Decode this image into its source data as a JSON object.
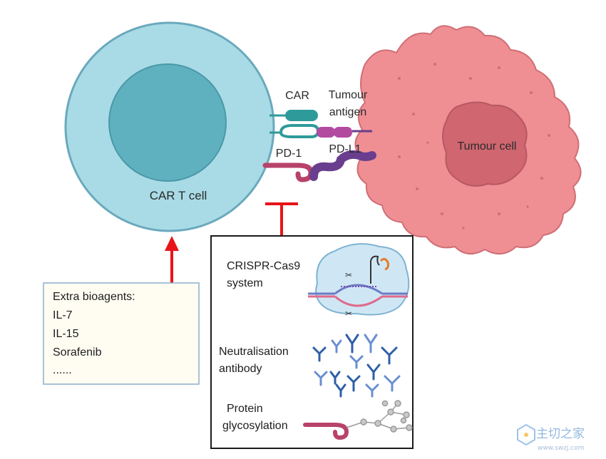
{
  "labels": {
    "car": "CAR",
    "tumour_antigen_line1": "Tumour",
    "tumour_antigen_line2": "antigen",
    "pd1": "PD-1",
    "pdl1": "PD-L1",
    "car_t_cell": "CAR T cell",
    "tumour_cell": "Tumour cell"
  },
  "bioagents": {
    "title": "Extra bioagents:",
    "items": [
      "IL-7",
      "IL-15",
      "Sorafenib",
      "......"
    ]
  },
  "methods": {
    "crispr_line1": "CRISPR-Cas9",
    "crispr_line2": "system",
    "antibody_line1": "Neutralisation",
    "antibody_line2": "antibody",
    "glyco_line1": "Protein",
    "glyco_line2": "glycosylation"
  },
  "watermark": {
    "name": "主切之家",
    "url": "www.swzj.com"
  },
  "colors": {
    "t_cell_outer": "#a9dbe6",
    "t_cell_nucleus": "#5fb1bf",
    "tumour_body": "#ef8f94",
    "tumour_nucleus": "#cf6670",
    "car_receptor": "#2f9a9a",
    "antigen": "#b24aa0",
    "pd1": "#b8426a",
    "pdl1": "#6a3e8e",
    "arrow_red": "#e8141a",
    "antibody_blue": "#2d5fa8"
  }
}
